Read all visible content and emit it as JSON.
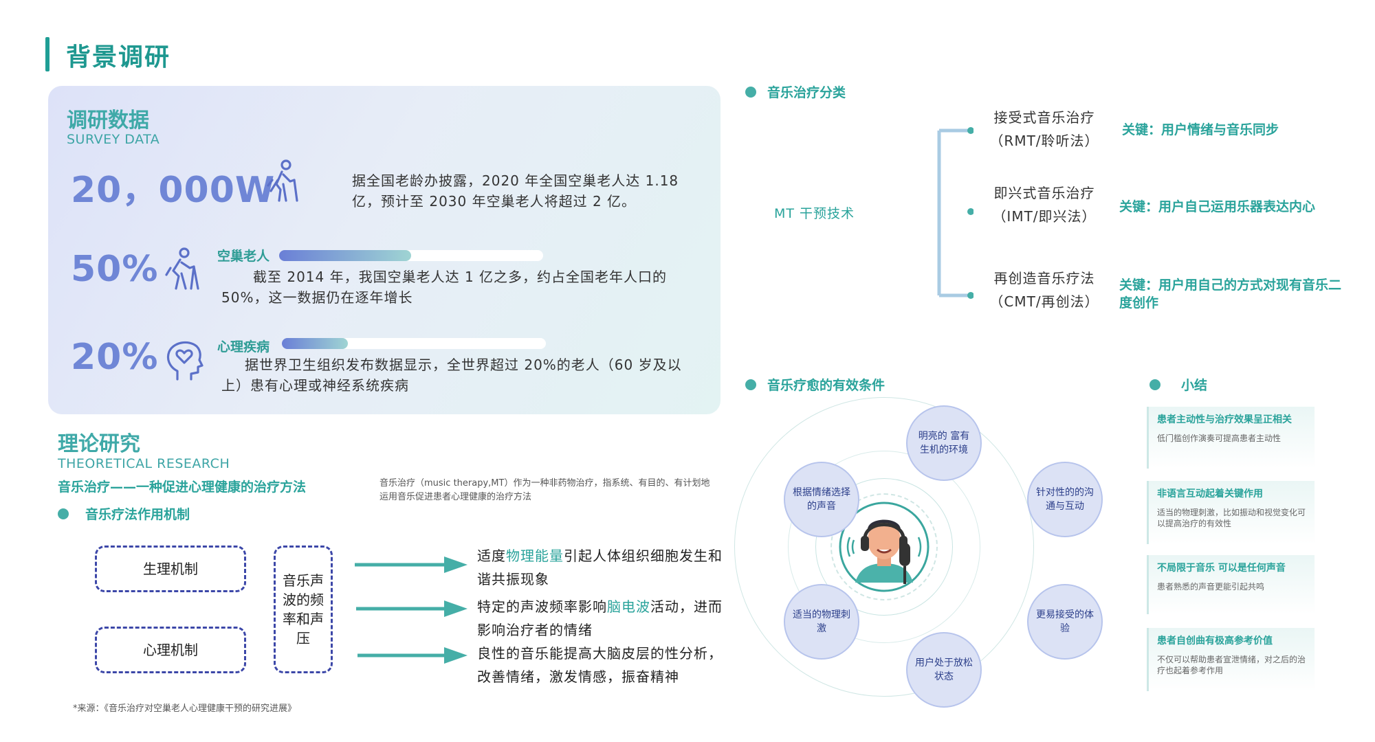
{
  "header": {
    "title": "背景调研"
  },
  "survey": {
    "title": "调研数据",
    "subtitle": "SURVEY DATA",
    "stats": [
      {
        "value": "20，000W",
        "label": "",
        "bar_fill": null,
        "text": "据全国老龄办披露，2020 年全国空巢老人达 1.18 亿，预计至 2030 年空巢老人将超过 2 亿。"
      },
      {
        "value": "50%",
        "label": "空巢老人",
        "bar_fill": 0.5,
        "text": "截至 2014 年，我国空巢老人达 1 亿之多，约占全国老年人口的 50%，这一数据仍在逐年增长"
      },
      {
        "value": "20%",
        "label": "心理疾病",
        "bar_fill": 0.25,
        "text": "据世界卫生组织发布数据显示，全世界超过 20%的老人（60 岁及以上）患有心理或神经系统疾病"
      }
    ],
    "icons": [
      "elderly-cane-icon",
      "elderly-walker-icon",
      "head-heart-icon"
    ]
  },
  "theory": {
    "title": "理论研究",
    "subtitle": "THEORETICAL RESEARCH",
    "tagline": "音乐治疗——一种促进心理健康的治疗方法",
    "definition": "音乐治疗（music therapy,MT）作为一种非药物治疗，指系统、有目的、有计划地运用音乐促进患者心理健康的治疗方法",
    "mechanism_title": "音乐疗法作用机制",
    "boxes": [
      "生理机制",
      "心理机制"
    ],
    "center_box": "音乐声波的频率和声压",
    "effects": [
      {
        "pre": "适度",
        "hl": "物理能量",
        "post": "引起人体组织细胞发生和谐共振现象"
      },
      {
        "pre": "特定的声波频率影响",
        "hl": "脑电波",
        "post": "活动，进而影响治疗者的情绪"
      },
      {
        "pre": "良性的音乐能提高大脑皮层的性分析，改善情绪，激发情感，振奋精神",
        "hl": "",
        "post": ""
      }
    ],
    "footnote": "*来源：《音乐治疗对空巢老人心理健康干预的研究进展》"
  },
  "classification": {
    "title": "音乐治疗分类",
    "root": "MT 干预技术",
    "items": [
      {
        "name": "接受式音乐治疗",
        "abbr": "（RMT/聆听法）",
        "key": "关键：用户情绪与音乐同步"
      },
      {
        "name": "即兴式音乐治疗",
        "abbr": "（IMT/即兴法）",
        "key": "关键：用户自己运用乐器表达内心"
      },
      {
        "name": "再创造音乐疗法",
        "abbr": "（CMT/再创法）",
        "key": "关键：用户用自己的方式对现有音乐二度创作"
      }
    ]
  },
  "conditions": {
    "title": "音乐疗愈的有效条件",
    "nodes": [
      "明亮的 富有生机的环境",
      "针对性的的沟通与互动",
      "更易接受的体验",
      "用户处于放松状态",
      "适当的物理刺激",
      "根据情绪选择的声音"
    ],
    "center_icon": "person-headphones-microphone-icon"
  },
  "summary": {
    "title": "小结",
    "cards": [
      {
        "title": "患者主动性与治疗效果呈正相关",
        "text": "低门槛创作演奏可提高患者主动性"
      },
      {
        "title": "非语言互动起着关键作用",
        "text": "适当的物理刺激，比如振动和视觉变化可以提高治疗的有效性"
      },
      {
        "title": "不局限于音乐 可以是任何声音",
        "text": "患者熟悉的声音更能引起共鸣"
      },
      {
        "title": "患者自创曲有极高参考价值",
        "text": "不仅可以帮助患者宣泄情绪，对之后的治疗也起着参考作用"
      }
    ]
  },
  "colors": {
    "accent": "#2aa39b",
    "number": "#6f86d6",
    "node": "#dce2f5"
  }
}
